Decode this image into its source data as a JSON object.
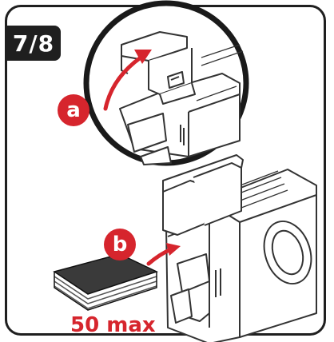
{
  "step": {
    "label": "7/8"
  },
  "callouts": [
    {
      "id": "a",
      "label": "a"
    },
    {
      "id": "b",
      "label": "b"
    }
  ],
  "capacity": {
    "label": "50 max"
  },
  "colors": {
    "accent": "#d6252d",
    "ink": "#1f1f1f",
    "background": "#ffffff"
  },
  "icons": [
    "rotate-arrow-icon",
    "insert-arrow-icon",
    "card-stack-icon"
  ]
}
